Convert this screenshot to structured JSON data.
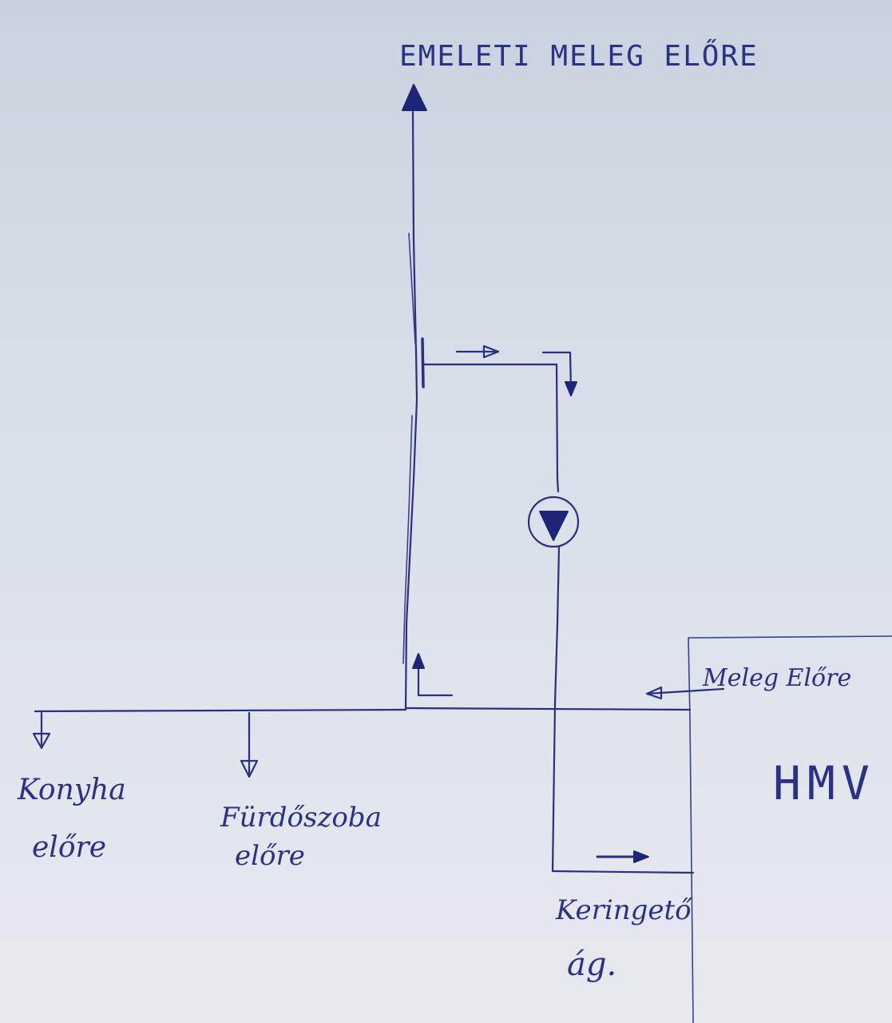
{
  "labels": {
    "top": "EMELETI MELEG ELŐRE",
    "meleg_elore": "Meleg Előre",
    "hmv": "HMV",
    "konyha_line1": "Konyha",
    "konyha_line2": "előre",
    "furdo_line1": "Fürdőszoba",
    "furdo_line2": "előre",
    "keringeto_line1": "Keringető",
    "keringeto_line2": "ág."
  },
  "colors": {
    "ink": "#2a2f86",
    "paper": "#dde3ea"
  },
  "icons": {
    "pump": "circulation-pump-symbol"
  }
}
